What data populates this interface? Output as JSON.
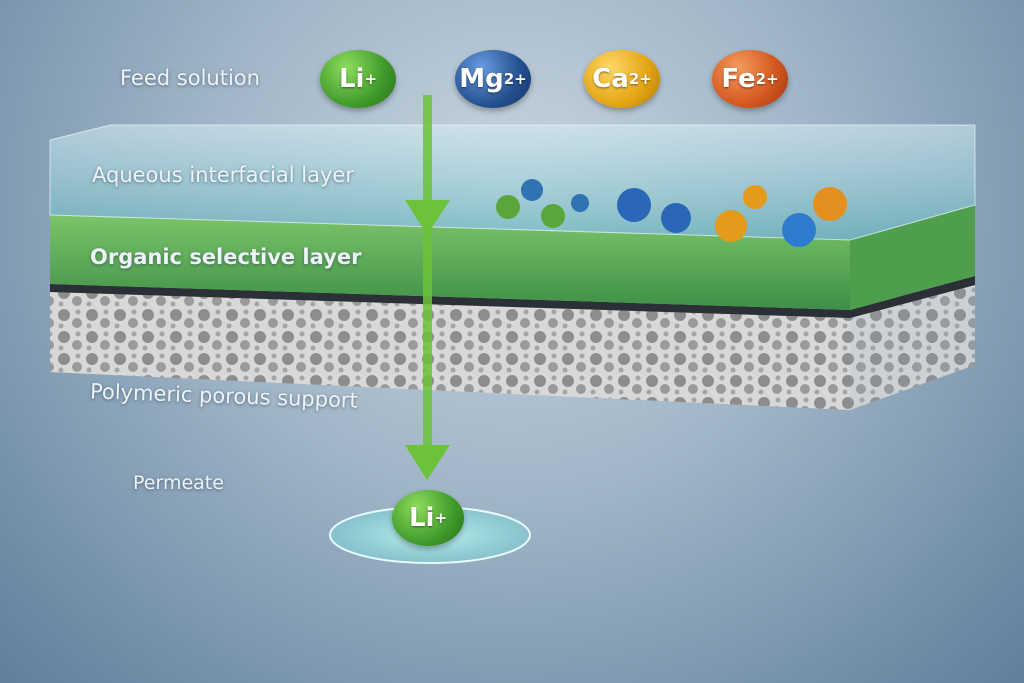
{
  "labels": {
    "feed": "Feed solution",
    "aqueous": "Aqueous interfacial layer",
    "organic": "Organic selective layer",
    "support": "Polymeric porous support",
    "permeate": "Permeate"
  },
  "ions": [
    {
      "symbol": "Li",
      "charge": "+",
      "color": "#3f9a2a"
    },
    {
      "symbol": "Mg",
      "charge": "2+",
      "color": "#23508f"
    },
    {
      "symbol": "Ca",
      "charge": "2+",
      "color": "#e3a412"
    },
    {
      "symbol": "Fe",
      "charge": "2+",
      "color": "#d2561e"
    }
  ],
  "permeate_ion": {
    "symbol": "Li",
    "charge": "+",
    "color": "#3f9a2a"
  }
}
